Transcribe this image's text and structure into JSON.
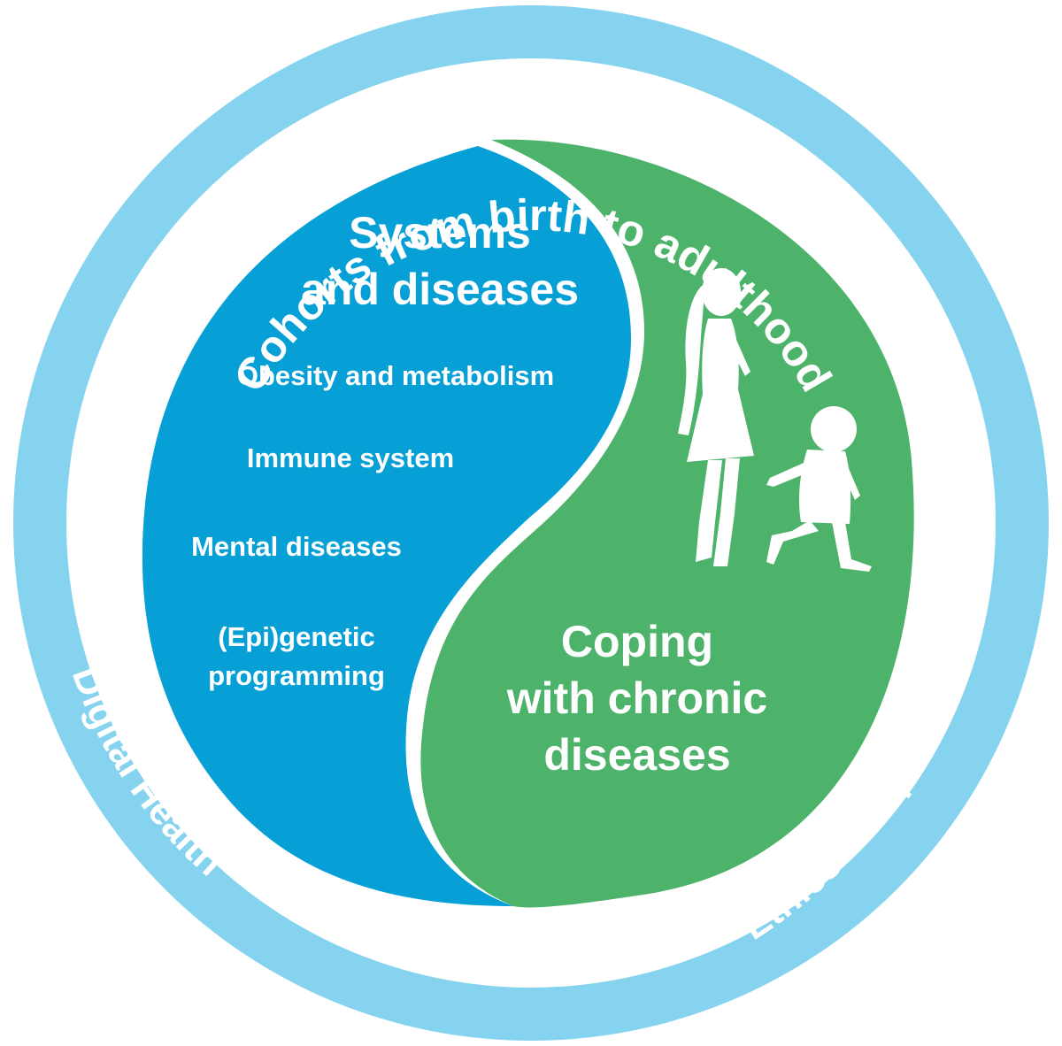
{
  "colors": {
    "outer_ring": "#85d3ee",
    "blue_lobe": "#069fd6",
    "green_lobe": "#4db36a",
    "text": "#ffffff"
  },
  "ring": {
    "top": "Cohorts from birth to adulthood",
    "left": "Digital Health",
    "right": "Ethics and participation"
  },
  "blue_lobe": {
    "heading_line1": "Systems",
    "heading_line2": "and diseases",
    "items": [
      "Obesity and metabolism",
      "Immune system",
      "Mental diseases"
    ],
    "item4_line1": "(Epi)genetic",
    "item4_line2": "programming"
  },
  "green_lobe": {
    "heading_line1": "Coping",
    "heading_line2": "with chronic",
    "heading_line3": "diseases",
    "illustration": "children-silhouette-icon"
  }
}
